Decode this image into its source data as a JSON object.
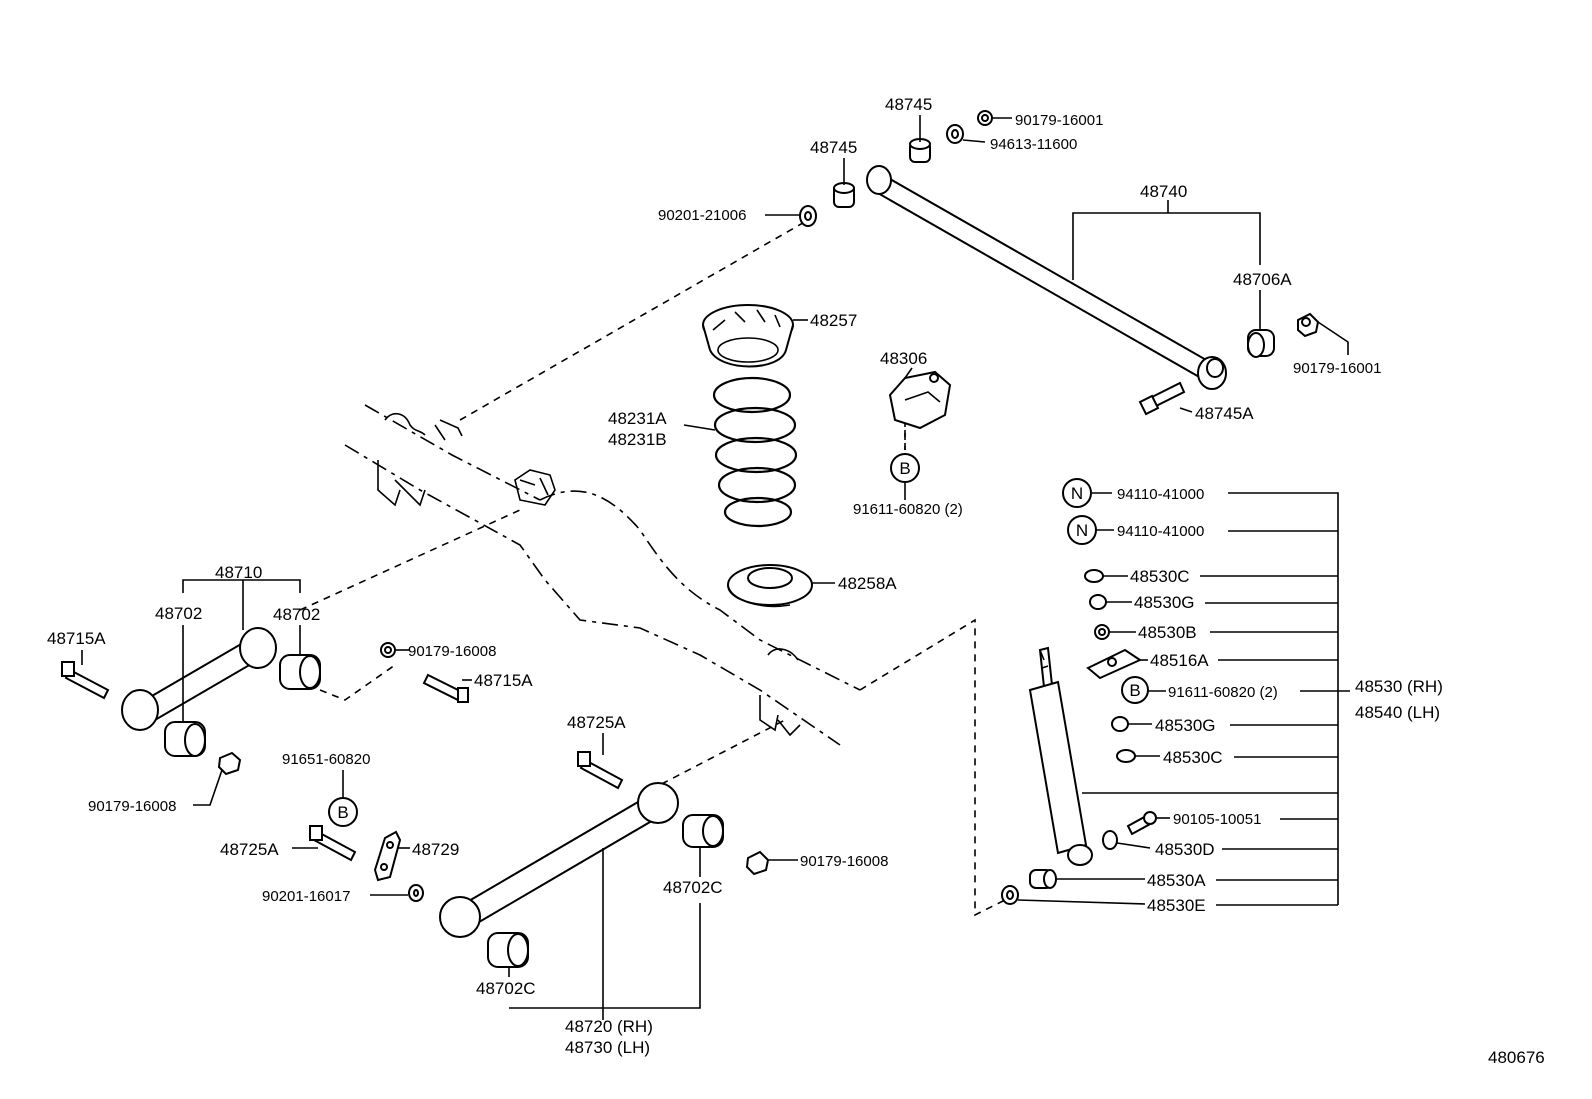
{
  "diagram_id": "480676",
  "labels": {
    "p48745_top": "48745",
    "p48745_mid": "48745",
    "p90179_16001_top": "90179-16001",
    "p94613_11600": "94613-11600",
    "p48740": "48740",
    "p90201_21006": "90201-21006",
    "p48706A": "48706A",
    "p90179_16001_right": "90179-16001",
    "p48257": "48257",
    "p48306": "48306",
    "p48745A": "48745A",
    "p48231A": "48231A",
    "p48231B": "48231B",
    "p91611_60820_top": "91611-60820 (2)",
    "p94110_41000_a": "94110-41000",
    "p94110_41000_b": "94110-41000",
    "p48710": "48710",
    "p48702_left": "48702",
    "p48702_right": "48702",
    "p48258A": "48258A",
    "p48530C_a": "48530C",
    "p48530G_a": "48530G",
    "p48530B": "48530B",
    "p48516A": "48516A",
    "p91611_60820_mid": "91611-60820 (2)",
    "p48530_RH": "48530 (RH)",
    "p48540_LH": "48540 (LH)",
    "p48530G_b": "48530G",
    "p48530C_b": "48530C",
    "p48715A_left": "48715A",
    "p90179_16008_a": "90179-16008",
    "p48715A_mid": "48715A",
    "p48725A_top": "48725A",
    "p91651_60820": "91651-60820",
    "p90179_16008_b": "90179-16008",
    "p90105_10051": "90105-10051",
    "p48530D": "48530D",
    "p48725A_left": "48725A",
    "p48729": "48729",
    "p90179_16008_c": "90179-16008",
    "p48702C_right": "48702C",
    "p90201_16017": "90201-16017",
    "p48530A": "48530A",
    "p48530E": "48530E",
    "p48702C_bottom": "48702C",
    "p48720_RH": "48720 (RH)",
    "p48730_LH": "48730 (LH)"
  },
  "circle_markers": {
    "b_top": "B",
    "b_mid": "B",
    "b_left": "B",
    "n_a": "N",
    "n_b": "N"
  }
}
